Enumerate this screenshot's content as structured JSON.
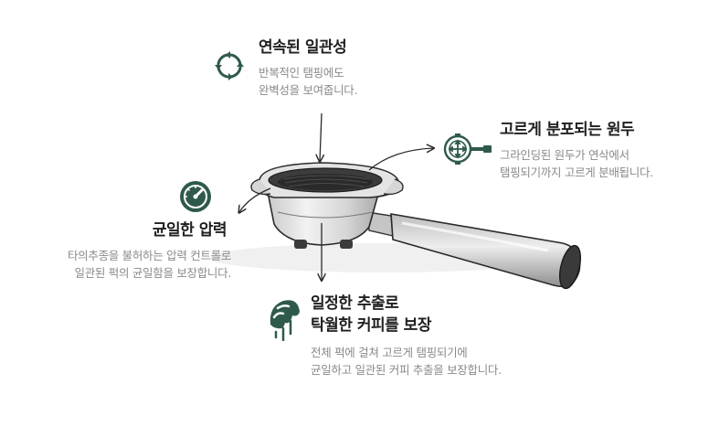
{
  "colors": {
    "accent": "#2f5a4b",
    "title": "#1f1f1f",
    "desc": "#8a8a8a"
  },
  "features": {
    "consistency": {
      "icon": "refresh-cycle-icon",
      "title": "연속된 일관성",
      "desc": [
        "반복적인 탬핑에도",
        "완벽성을 보여줍니다."
      ]
    },
    "distribution": {
      "icon": "move-arrows-icon",
      "title": "고르게 분포되는 원두",
      "desc": [
        "그라인딩된 원두가 연삭에서",
        "탬핑되기까지 고르게 분배됩니다."
      ]
    },
    "pressure": {
      "icon": "gauge-icon",
      "title": "균일한 압력",
      "desc": [
        "타의추종을 불허하는 압력 컨트롤로",
        "일관된 퍽의 균일함을 보장합니다."
      ]
    },
    "extraction": {
      "icon": "coffee-drip-icon",
      "title": [
        "일정한 추출로",
        "탁월한 커피를 보장"
      ],
      "desc": [
        "전체 퍽에 걸쳐 고르게 탬핑되기에",
        "균일하고 일관된 커피 추출을 보장합니다."
      ]
    }
  }
}
